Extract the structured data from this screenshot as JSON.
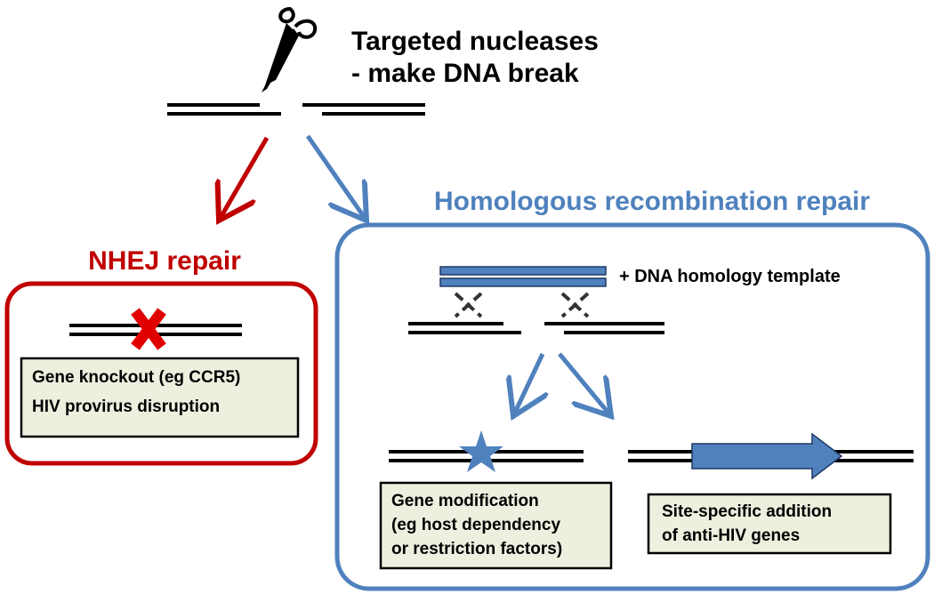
{
  "header": {
    "line1": "Targeted nucleases",
    "line2": "- make DNA break",
    "scissors_icon": "scissors-icon"
  },
  "nhej": {
    "title": "NHEJ repair",
    "color": "#c00000",
    "marker_icon": "red-x-icon",
    "box_lines": [
      "Gene knockout (eg CCR5)",
      "HIV provirus disruption"
    ]
  },
  "hr": {
    "title": "Homologous recombination repair",
    "color": "#4f81bd",
    "template_label": "+ DNA homology template",
    "modification": {
      "marker_icon": "star-icon",
      "box_lines": [
        "Gene modification",
        "(eg host dependency",
        "or restriction factors)"
      ]
    },
    "addition": {
      "marker_icon": "gene-arrow-icon",
      "box_lines": [
        "Site-specific addition",
        "of anti-HIV genes"
      ]
    }
  },
  "colors": {
    "box_fill": "#ebf1de",
    "dna": "#000000",
    "template_fill": "#4f81bd",
    "template_stroke": "#1f3864"
  }
}
